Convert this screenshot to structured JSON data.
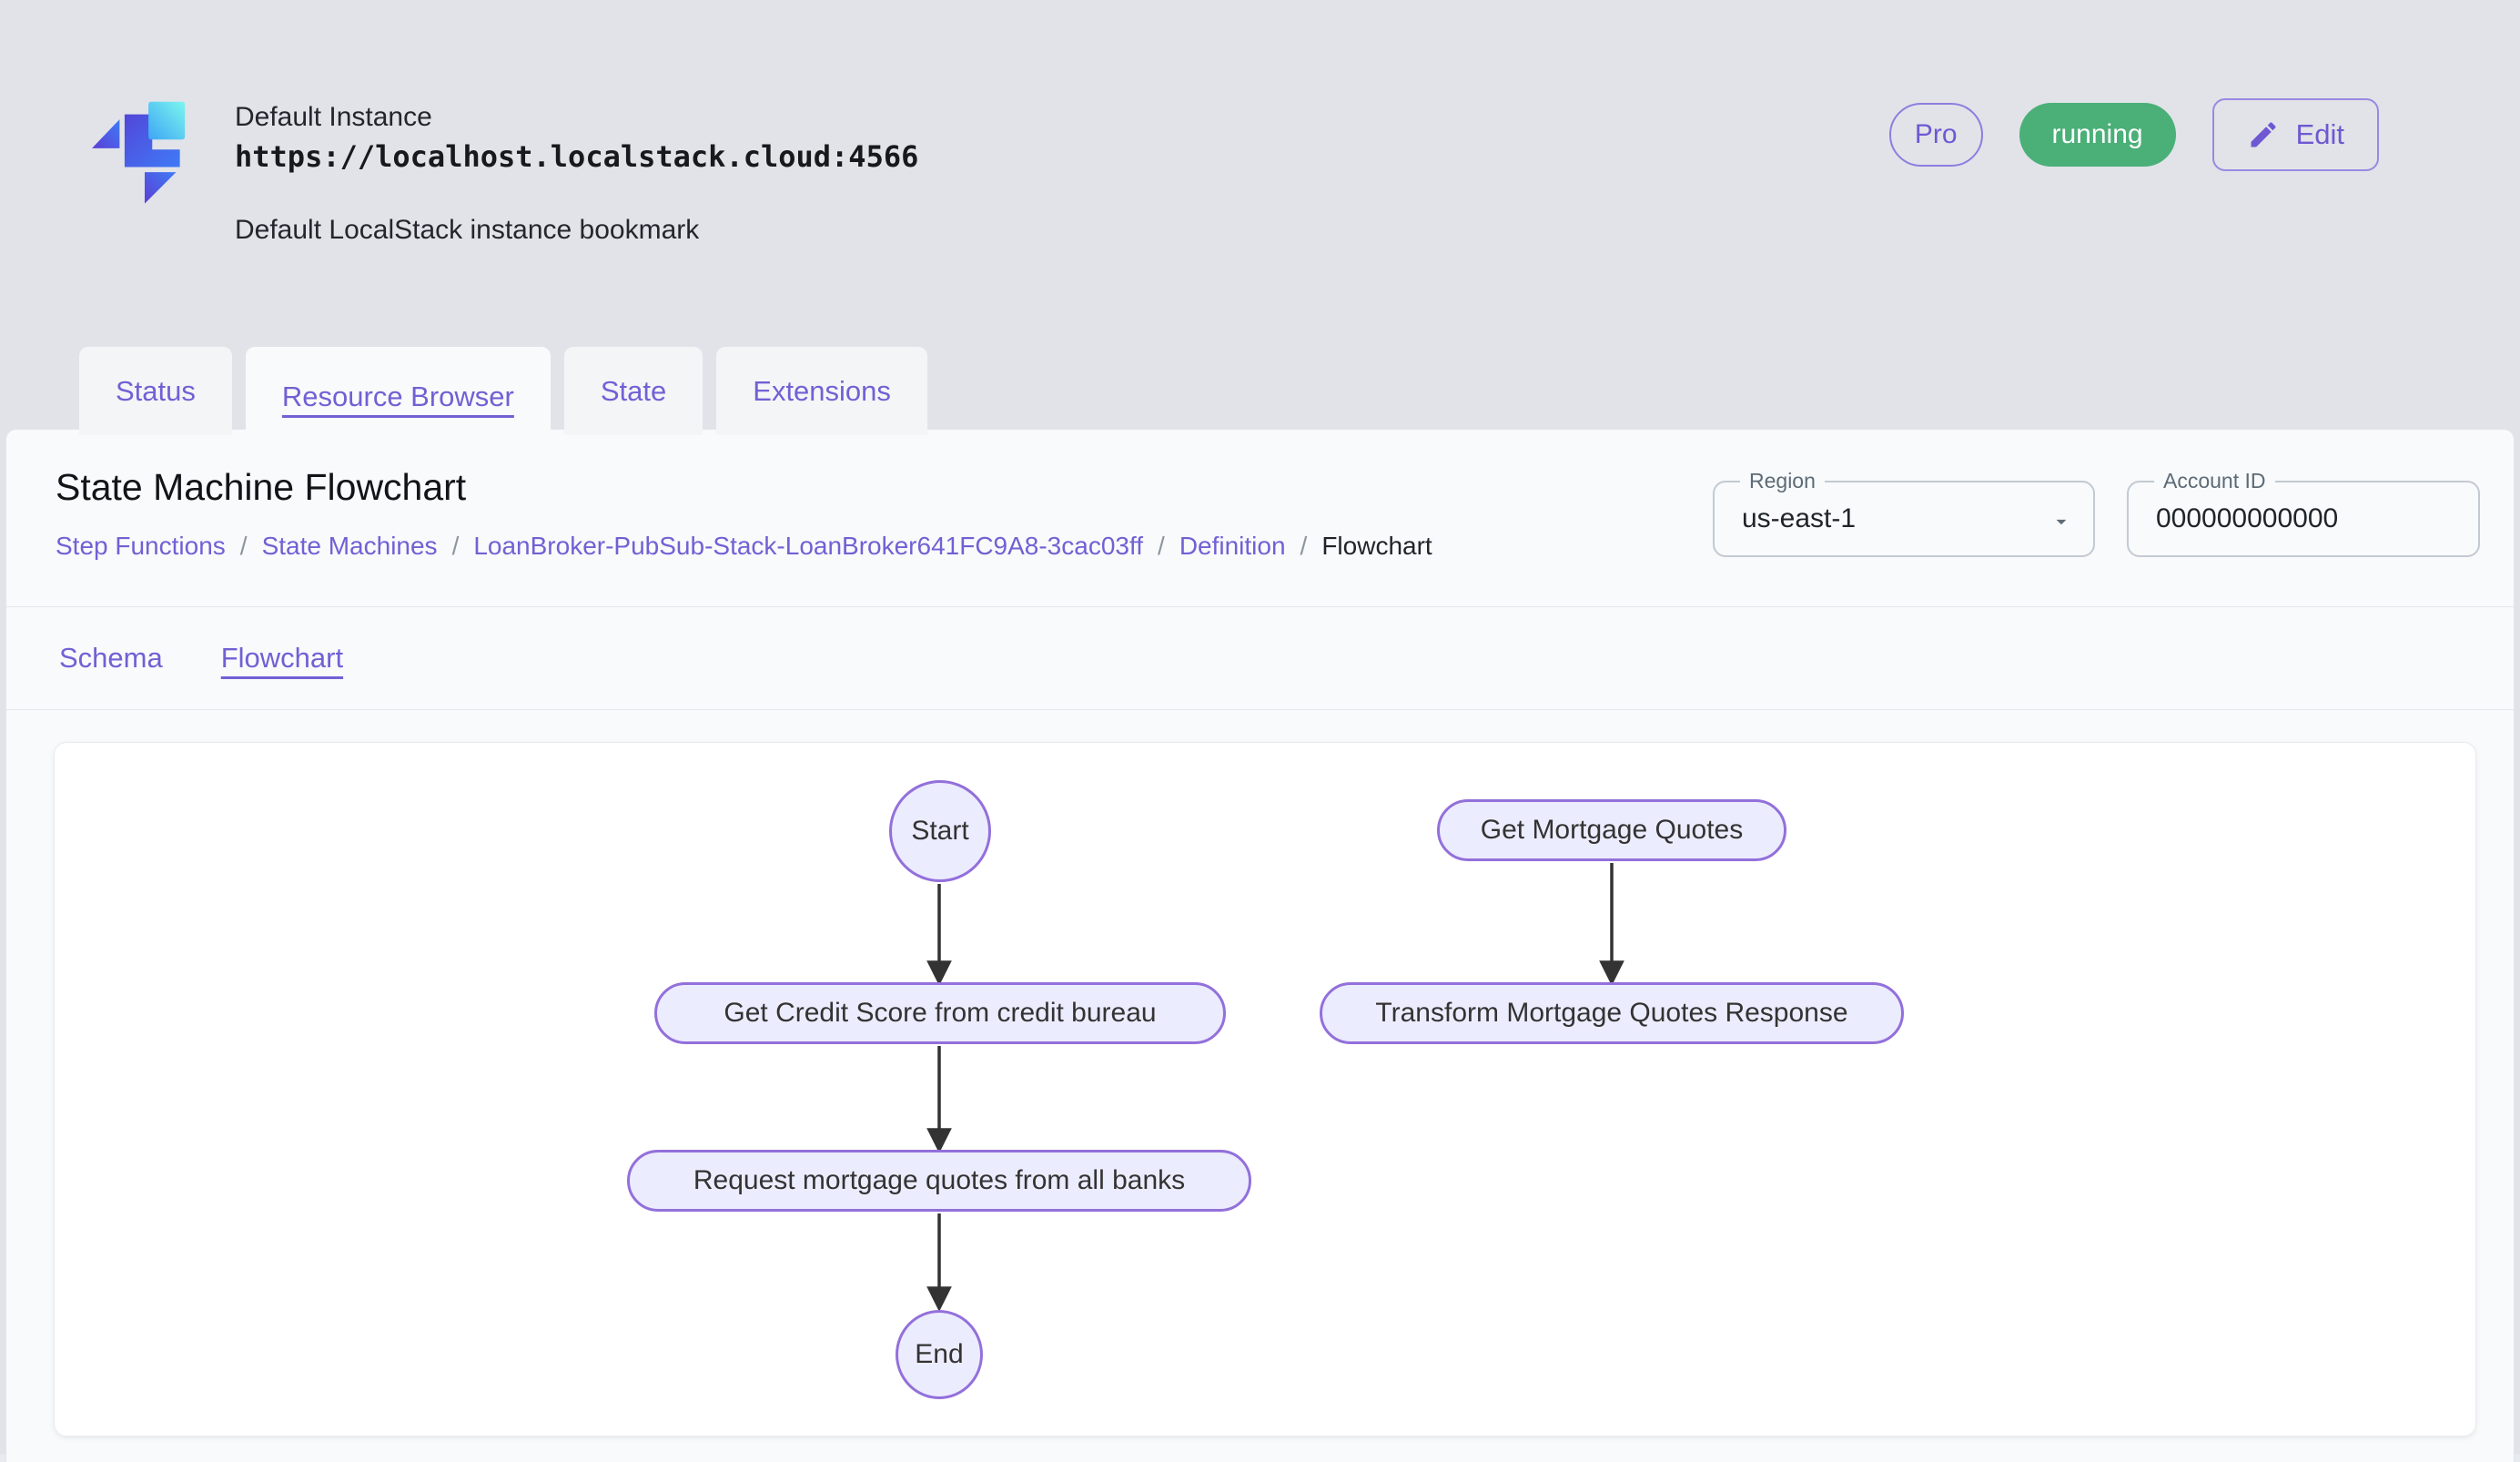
{
  "header": {
    "instance_name": "Default Instance",
    "instance_url": "https://localhost.localstack.cloud:4566",
    "instance_description": "Default LocalStack instance bookmark",
    "pro_label": "Pro",
    "status_label": "running",
    "edit_label": "Edit"
  },
  "tabs": [
    {
      "label": "Status",
      "active": false
    },
    {
      "label": "Resource Browser",
      "active": true
    },
    {
      "label": "State",
      "active": false
    },
    {
      "label": "Extensions",
      "active": false
    }
  ],
  "panel": {
    "title": "State Machine Flowchart",
    "breadcrumb": {
      "separator": "/",
      "items": [
        "Step Functions",
        "State Machines",
        "LoanBroker-PubSub-Stack-LoanBroker641FC9A8-3cac03ff",
        "Definition"
      ],
      "current": "Flowchart"
    },
    "region": {
      "label": "Region",
      "value": "us-east-1"
    },
    "account": {
      "label": "Account ID",
      "value": "000000000000"
    },
    "subtabs": [
      {
        "label": "Schema",
        "active": false
      },
      {
        "label": "Flowchart",
        "active": true
      }
    ]
  },
  "flowchart": {
    "nodes": {
      "start": {
        "label": "Start",
        "shape": "circle"
      },
      "get_mortgage_quotes": {
        "label": "Get Mortgage Quotes",
        "shape": "pill"
      },
      "get_credit_score": {
        "label": "Get Credit Score from credit bureau",
        "shape": "pill"
      },
      "transform_response": {
        "label": "Transform Mortgage Quotes Response",
        "shape": "pill"
      },
      "request_quotes": {
        "label": "Request mortgage quotes from all banks",
        "shape": "pill"
      },
      "end": {
        "label": "End",
        "shape": "circle"
      }
    },
    "edges": [
      {
        "from": "start",
        "to": "get_credit_score"
      },
      {
        "from": "get_credit_score",
        "to": "request_quotes"
      },
      {
        "from": "request_quotes",
        "to": "end"
      },
      {
        "from": "get_mortgage_quotes",
        "to": "transform_response"
      }
    ]
  },
  "colors": {
    "accent_purple": "#7260D4",
    "node_fill": "#ECECFF",
    "node_stroke": "#9370DB",
    "arrow": "#333333",
    "running_green": "#4BAF78",
    "header_gray": "#E1E3E8",
    "panel_bg": "#F8FAFB"
  }
}
